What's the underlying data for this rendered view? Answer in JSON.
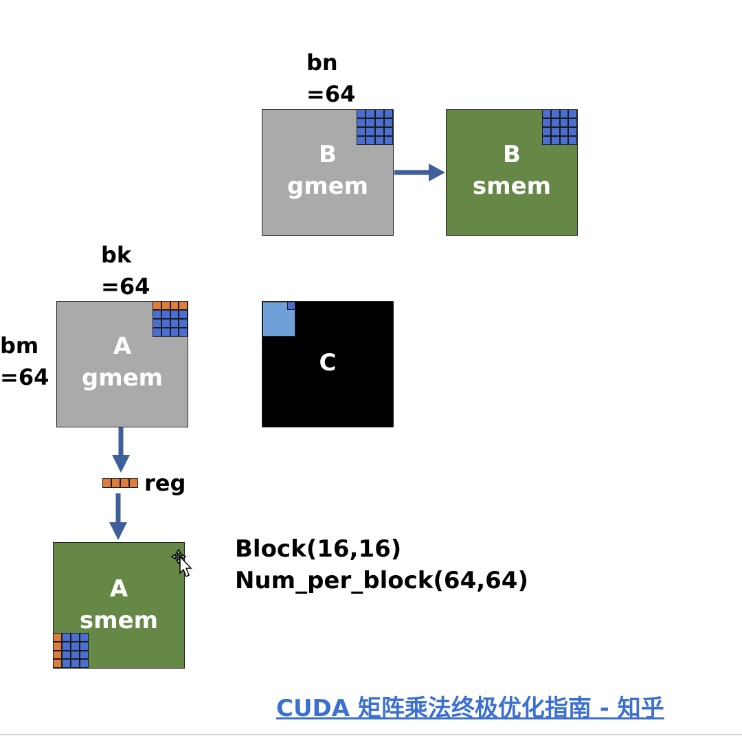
{
  "diagram": {
    "b_gmem": {
      "line1": "B",
      "line2": "gmem"
    },
    "b_smem": {
      "line1": "B",
      "line2": "smem"
    },
    "a_gmem": {
      "line1": "A",
      "line2": "gmem"
    },
    "a_smem": {
      "line1": "A",
      "line2": "smem"
    },
    "c_matrix": {
      "label": "C"
    },
    "bn_label": {
      "line1": "bn",
      "line2": "=64"
    },
    "bk_label": {
      "line1": "bk",
      "line2": "=64"
    },
    "bm_label": {
      "line1": "bm",
      "line2": "=64"
    },
    "reg_label": "reg",
    "block_config": "Block(16,16)",
    "num_per_block": "Num_per_block(64,64)"
  },
  "footer": {
    "link_text": "CUDA 矩阵乘法终极优化指南 - 知乎"
  },
  "colors": {
    "gmem": "#aaaaaa",
    "smem": "#658846",
    "c_matrix": "#000000",
    "tile_blue": "#4a6fd0",
    "tile_orange": "#e07b3e",
    "c_tile": "#6fa0d8",
    "arrow": "#3f5f9a",
    "link": "#3b6fd0"
  }
}
